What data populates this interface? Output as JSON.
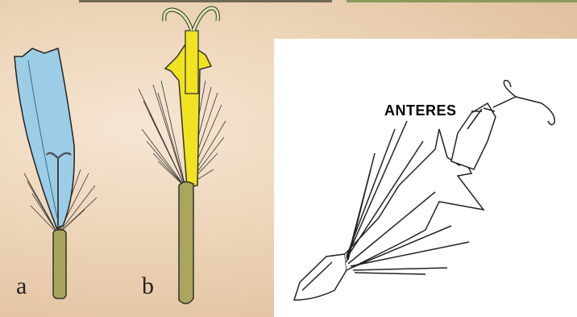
{
  "labels": {
    "a": "a",
    "b": "b",
    "anteres": "ANTERES"
  },
  "colors": {
    "petal_blue": "#9ccde6",
    "petal_yellow": "#f2e321",
    "ovary_olive": "#a9a55a",
    "background": "#ecd3b6"
  }
}
